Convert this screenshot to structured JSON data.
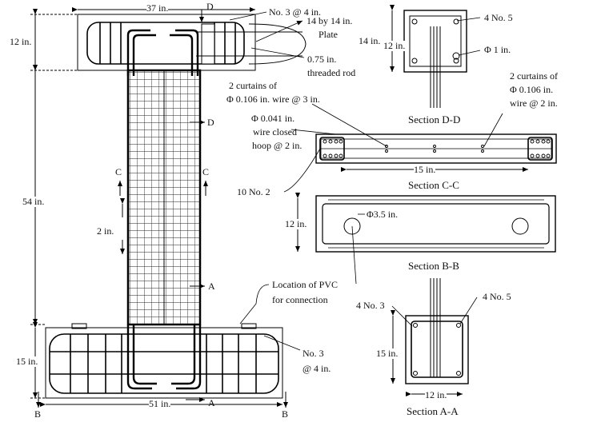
{
  "dims": {
    "top_width": "37 in.",
    "top_height": "12 in.",
    "column_height": "54 in.",
    "spacing": "2 in.",
    "base_height": "15 in.",
    "base_width": "51 in."
  },
  "section_marks": {
    "a": "A",
    "b": "B",
    "c": "C",
    "d": "D"
  },
  "callouts": {
    "no3_top": "No. 3 @ 4 in.",
    "plate_line1": "14 by 14 in.",
    "plate_line2": "Plate",
    "rod_line1": "0.75 in.",
    "rod_line2": "threaded rod",
    "curtain_c_line1": "2 curtains of",
    "curtain_c_line2": "Φ 0.106 in. wire @ 3 in.",
    "hoop_line1": "Φ 0.041 in.",
    "hoop_line2": "wire closed",
    "hoop_line3": "hoop @ 2 in.",
    "bars_10no2": "10 No. 2",
    "pvc_line1": "Location of PVC",
    "pvc_line2": "for connection",
    "no3_base_line1": "No. 3",
    "no3_base_line2": "@ 4 in."
  },
  "section_dd": {
    "title": "Section D-D",
    "dim_h": "14 in.",
    "dim_inner": "12 in.",
    "bars": "4 No. 5",
    "hole": "Φ 1 in."
  },
  "section_cc": {
    "title": "Section C-C",
    "curtain_line1": "2 curtains of",
    "curtain_line2": "Φ 0.106 in.",
    "curtain_line3": "wire @ 2 in.",
    "dim_w": "15 in."
  },
  "section_bb": {
    "title": "Section B-B",
    "dim_h": "12 in.",
    "hole": "Φ3.5 in."
  },
  "section_aa": {
    "title": "Section A-A",
    "bars_left": "4 No. 3",
    "bars_right": "4 No. 5",
    "dim_h": "15 in.",
    "dim_w": "12 in."
  }
}
